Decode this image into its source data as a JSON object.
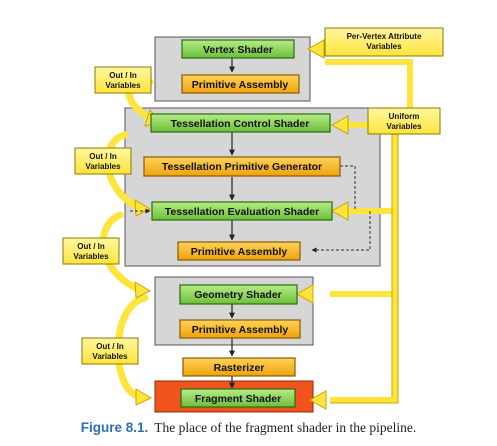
{
  "diagram": {
    "stages": {
      "vertex_shader": "Vertex Shader",
      "primitive_assembly_1": "Primitive Assembly",
      "tess_control_shader": "Tessellation Control Shader",
      "tess_primitive_generator": "Tessellation Primitive Generator",
      "tess_evaluation_shader": "Tessellation Evaluation Shader",
      "primitive_assembly_2": "Primitive Assembly",
      "geometry_shader": "Geometry Shader",
      "primitive_assembly_3": "Primitive Assembly",
      "rasterizer": "Rasterizer",
      "fragment_shader": "Fragment Shader"
    },
    "inputs": {
      "per_vertex_line1": "Per-Vertex Attribute",
      "per_vertex_line2": "Variables",
      "uniform_line1": "Uniform",
      "uniform_line2": "Variables"
    },
    "out_in": {
      "line1": "Out / In",
      "line2": "Variables"
    },
    "colors": {
      "shader_green": "#8fd45a",
      "fixed_orange": "#f7b81e",
      "fragment_red": "#f0541c",
      "input_yellow": "#fff268",
      "group_gray": "#d6d6d6"
    }
  },
  "caption": {
    "figure_label": "Figure 8.1.",
    "text": "The place of the fragment shader in the pipeline."
  }
}
